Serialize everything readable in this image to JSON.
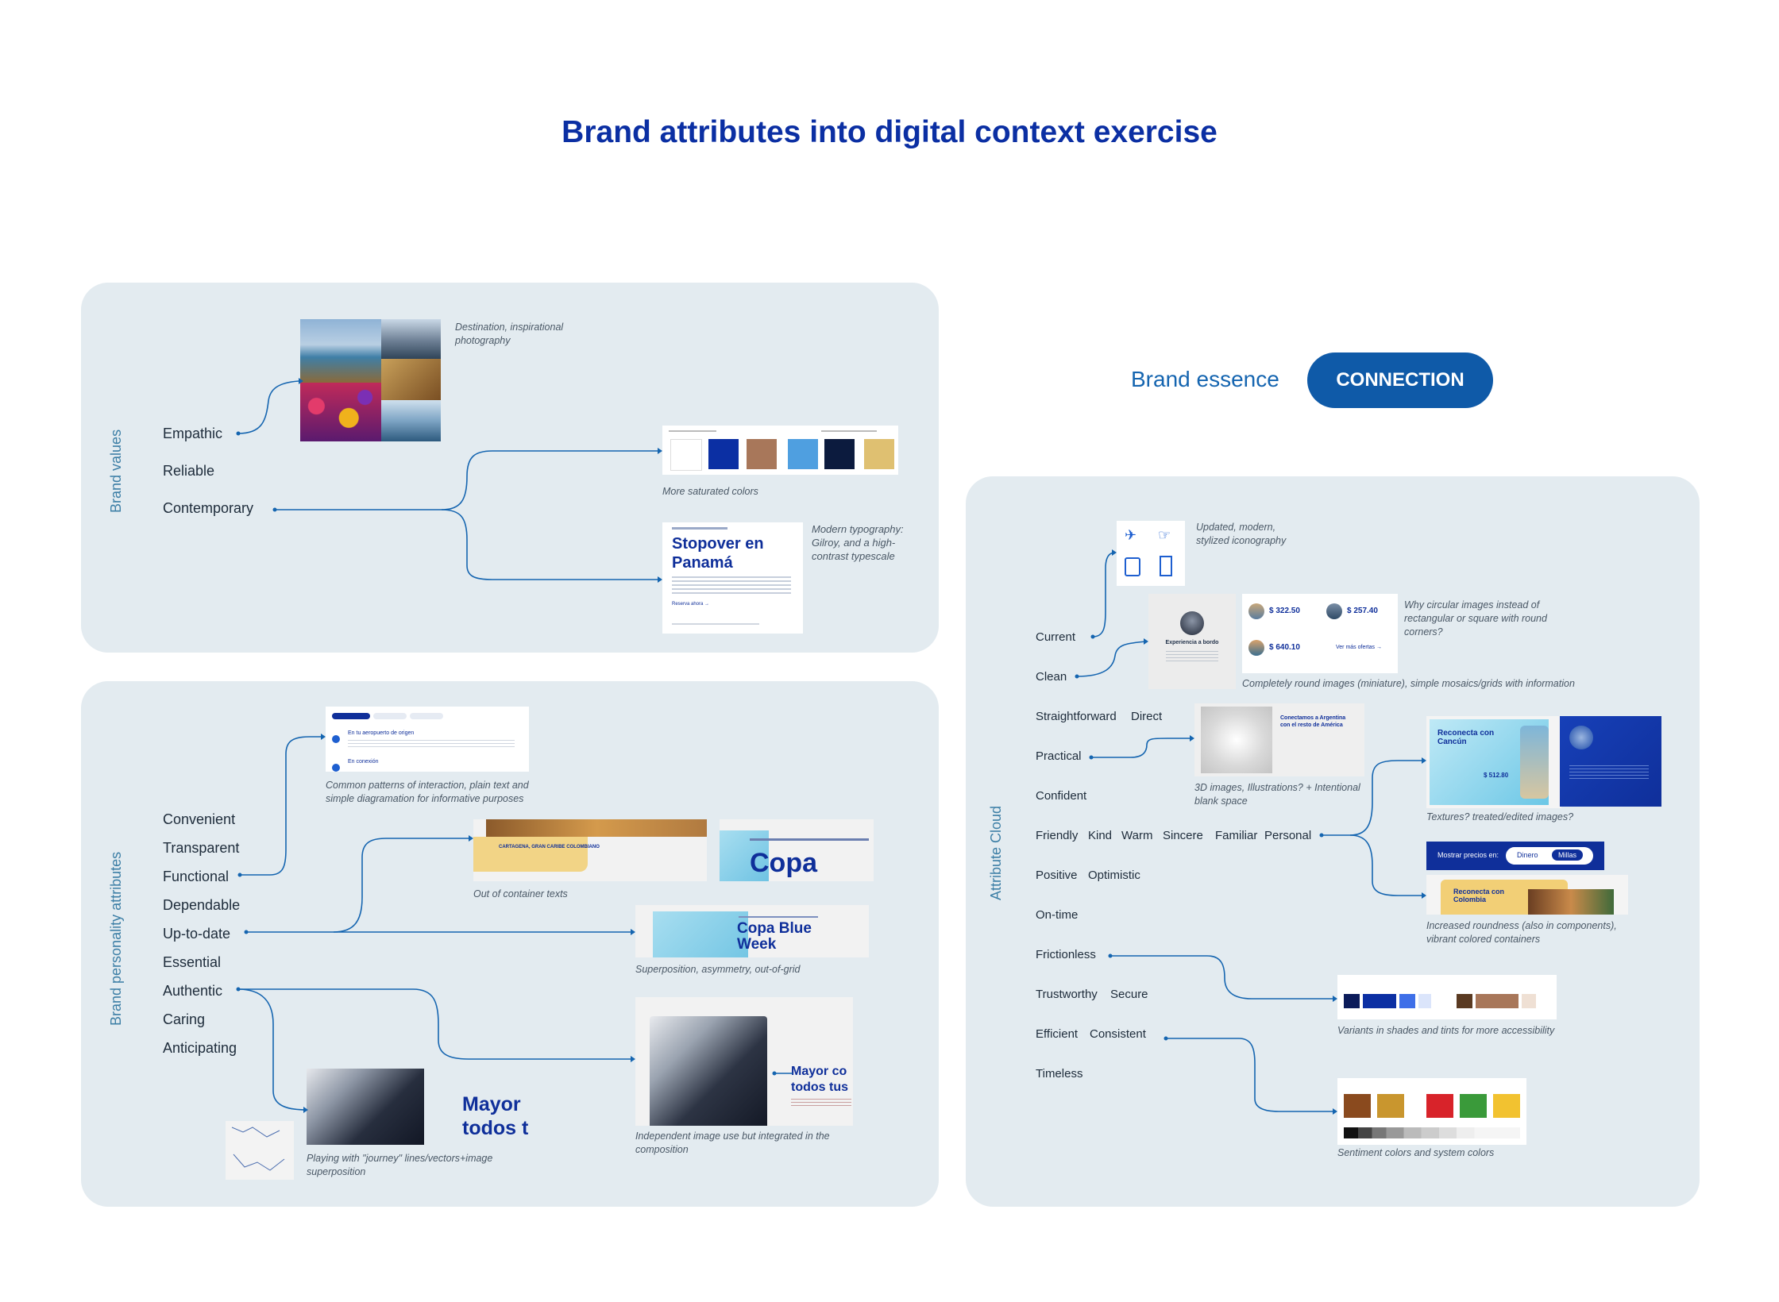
{
  "title": "Brand attributes into digital context exercise",
  "brand_essence": {
    "label": "Brand essence",
    "value": "CONNECTION"
  },
  "brand_values": {
    "label": "Brand values",
    "items": [
      "Empathic",
      "Reliable",
      "Contemporary"
    ],
    "captions": {
      "photography": "Destination, inspirational photography",
      "colors": "More saturated colors",
      "typography": "Modern typography: Gilroy, and a high-contrast typescale"
    },
    "typo_card": {
      "headline": "Stopover en Panamá",
      "link": "Reserva ahora →"
    }
  },
  "brand_personality": {
    "label": "Brand personality attributes",
    "items": [
      "Convenient",
      "Transparent",
      "Functional",
      "Dependable",
      "Up-to-date",
      "Essential",
      "Authentic",
      "Caring",
      "Anticipating"
    ],
    "captions": {
      "patterns": "Common patterns of interaction, plain text and simple diagramation for informative purposes",
      "container": "Out of container texts",
      "superposition": "Superposition, asymmetry, out-of-grid",
      "independent": "Independent image use but integrated in the composition",
      "journey": "Playing with \"journey\" lines/vectors+image superposition"
    },
    "cards": {
      "pattern_step1": "En tu aeropuerto de origen",
      "pattern_step2": "En conexión",
      "container_tag": "CARTAGENA, GRAN CARIBE COLOMBIANO",
      "copa_word": "Copa",
      "blue_week": "Copa Blue Week",
      "mayor": "Mayor co todos tus",
      "mayor2": "Mayor todos t"
    }
  },
  "attribute_cloud": {
    "label": "Attribute Cloud",
    "rows": [
      [
        "Current"
      ],
      [
        "Clean"
      ],
      [
        "Straightforward",
        "Direct"
      ],
      [
        "Practical"
      ],
      [
        "Confident"
      ],
      [
        "Friendly",
        "Kind",
        "Warm",
        "Sincere",
        "Familiar",
        "Personal"
      ],
      [
        "Positive",
        "Optimistic"
      ],
      [
        "On-time"
      ],
      [
        "Frictionless"
      ],
      [
        "Trustworthy",
        "Secure"
      ],
      [
        "Efficient",
        "Consistent"
      ],
      [
        "Timeless"
      ]
    ],
    "captions": {
      "iconography": "Updated, modern, stylized iconography",
      "circular": "Why circular images instead of rectangular or square with round corners?",
      "round_images": "Completely round images (miniature), simple mosaics/grids with information",
      "three_d": "3D images, Illustrations? + Intentional blank space",
      "textures": "Textures? treated/edited images?",
      "roundness": "Increased roundness (also in components), vibrant colored containers",
      "variants": "Variants in shades and tints for more accessibility",
      "sentiment": "Sentiment colors and system colors"
    },
    "cards": {
      "price1": "$ 322.50",
      "price2": "$ 257.40",
      "price3": "$ 640.10",
      "price_link": "Ver más ofertas →",
      "experience": "Experiencia a bordo",
      "map_title": "Conectamos a Argentina con el resto de América",
      "cancun": "Reconecta con Cancún",
      "cancun_price": "$ 512.80",
      "colombia": "Reconecta con Colombia",
      "toggle_label": "Mostrar precios en:",
      "toggle_a": "Dinero",
      "toggle_b": "Millas"
    }
  },
  "colors": {
    "brand_blue": "#0b2fa3",
    "panel": "#e3ebf0",
    "line": "#1565b0",
    "essence_pill": "#0f5aa8"
  }
}
